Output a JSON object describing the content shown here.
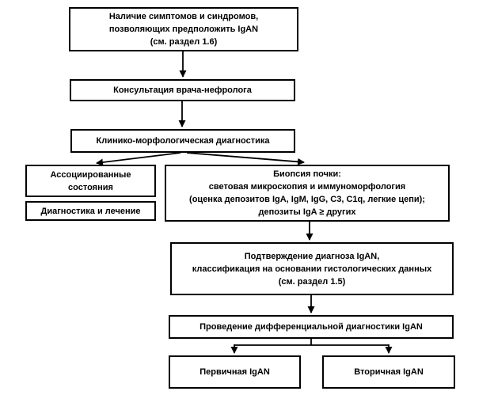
{
  "diagram": {
    "type": "flowchart",
    "language": "ru",
    "colors": {
      "box_border": "#000000",
      "box_fill": "#ffffff",
      "text": "#000000",
      "canvas": "#ffffff",
      "arrow": "#000000"
    },
    "nodes": {
      "symptoms": {
        "text": "Наличие симптомов и синдромов,\nпозволяющих предположить IgAN\n(см. раздел 1.6)"
      },
      "consult": {
        "text": "Консультация врача-нефролога"
      },
      "clinical": {
        "text": "Клинико-морфологическая диагностика"
      },
      "associated": {
        "text": "Ассоциированные\nсостояния"
      },
      "diag_treat": {
        "text": "Диагностика и лечение"
      },
      "biopsy": {
        "text": "Биопсия почки:\nсветовая микроскопия и иммуноморфология\n(оценка депозитов IgA, IgM, IgG, C3, C1q, легкие цепи);\nдепозиты IgA ≥ других"
      },
      "confirm": {
        "text": "Подтверждение диагноза IgAN,\nклассификация на основании гистологических данных\n(см. раздел 1.5)"
      },
      "differential": {
        "text": "Проведение дифференциальной диагностики IgAN"
      },
      "primary": {
        "text": "Первичная IgAN"
      },
      "secondary": {
        "text": "Вторичная IgAN"
      }
    },
    "edges": [
      {
        "from": "symptoms",
        "to": "consult"
      },
      {
        "from": "consult",
        "to": "clinical"
      },
      {
        "from": "clinical",
        "to": "associated"
      },
      {
        "from": "clinical",
        "to": "biopsy"
      },
      {
        "from": "biopsy",
        "to": "confirm"
      },
      {
        "from": "confirm",
        "to": "differential"
      },
      {
        "from": "differential",
        "to": "primary"
      },
      {
        "from": "differential",
        "to": "secondary"
      }
    ]
  }
}
